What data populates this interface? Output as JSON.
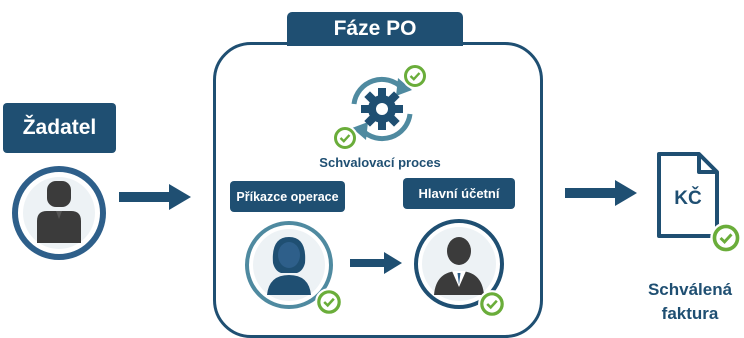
{
  "phase": {
    "title": "Fáze PO"
  },
  "requester": {
    "label": "Žadatel"
  },
  "approval": {
    "label": "Schvalovací proces"
  },
  "operator": {
    "label": "Příkazce operace"
  },
  "accountant": {
    "label": "Hlavní účetní"
  },
  "invoice": {
    "currency": "KČ",
    "line1": "Schválená",
    "line2": "faktura"
  },
  "colors": {
    "navy": "#1f4f72",
    "teal": "#4f8aa0",
    "check": "#6aad3a"
  }
}
